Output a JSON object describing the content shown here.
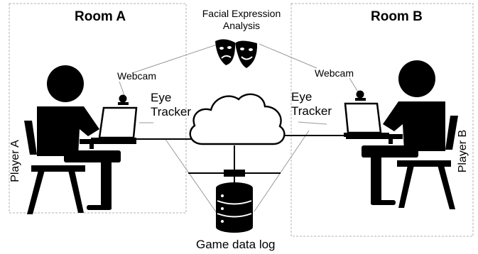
{
  "rooms": {
    "a": {
      "title": "Room A",
      "player": "Player A",
      "webcam": "Webcam",
      "tracker": "Eye\nTracker"
    },
    "b": {
      "title": "Room B",
      "player": "Player B",
      "webcam": "Webcam",
      "tracker": "Eye\nTracker"
    }
  },
  "center": {
    "facial_title": "Facial Expression\nAnalysis",
    "database_label": "Game data log"
  },
  "icons": {
    "cloud": "cloud-icon",
    "database": "database-icon",
    "masks": "theater-masks-icon",
    "person": "person-at-desk-icon",
    "webcam": "webcam-icon"
  },
  "colors": {
    "ink": "#000000",
    "border": "#b0b0b0",
    "line": "#a0a0a0"
  }
}
